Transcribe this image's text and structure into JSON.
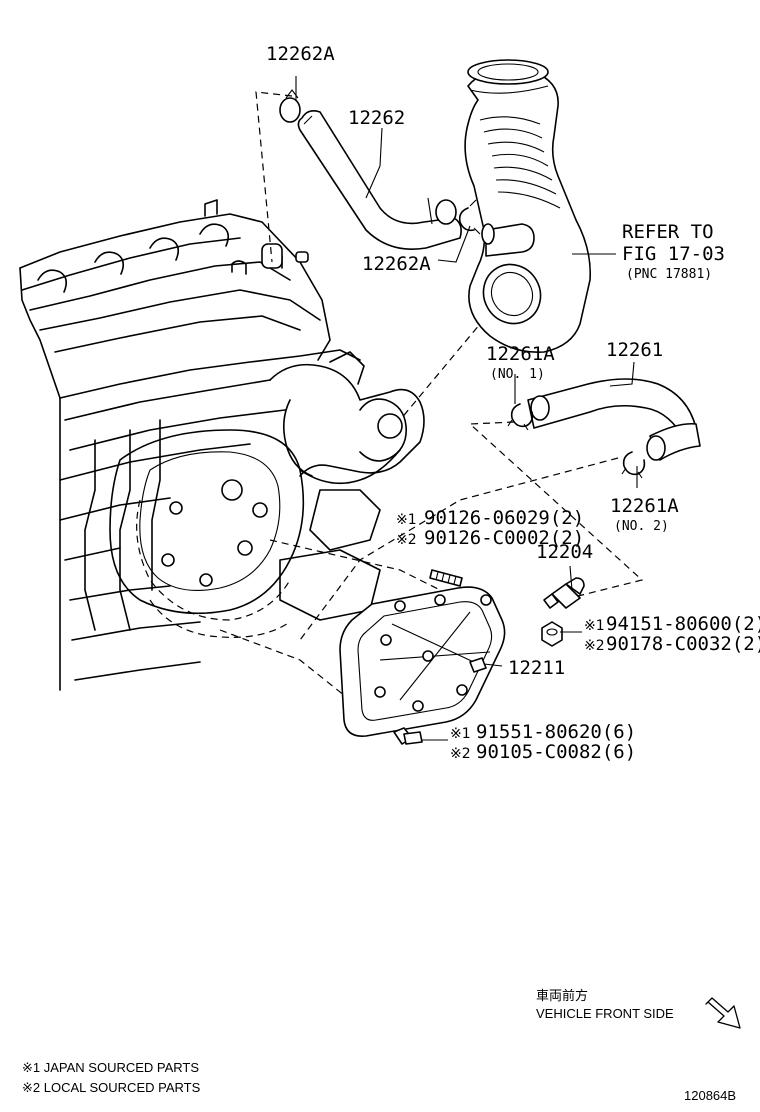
{
  "parts": {
    "p12262A_top": "12262A",
    "p12262": "12262",
    "p12262A_mid": "12262A",
    "refer_line1": "REFER TO",
    "refer_line2": "FIG 17-03",
    "refer_line3": "(PNC 17881)",
    "p12261A_top": "12261A",
    "p12261A_top_note": "(NO. 1)",
    "p12261": "12261",
    "p12261A_bot": "12261A",
    "p12261A_bot_note": "(NO. 2)",
    "stud_j": "90126-06029(2)",
    "stud_l": "90126-C0002(2)",
    "p12204": "12204",
    "nut_j": "94151-80600(2)",
    "nut_l": "90178-C0032(2)",
    "p12211": "12211",
    "bolt_j": "91551-80620(6)",
    "bolt_l": "90105-C0082(6)"
  },
  "marks": {
    "m1": "※1",
    "m2": "※2"
  },
  "direction": {
    "jp": "車両前方",
    "en": "VEHICLE FRONT SIDE",
    "arrow_icon": "diagonal-arrow-icon"
  },
  "legend": {
    "line1": "※1 JAPAN SOURCED PARTS",
    "line2": "※2 LOCAL SOURCED PARTS"
  },
  "figure_id": "120864B"
}
